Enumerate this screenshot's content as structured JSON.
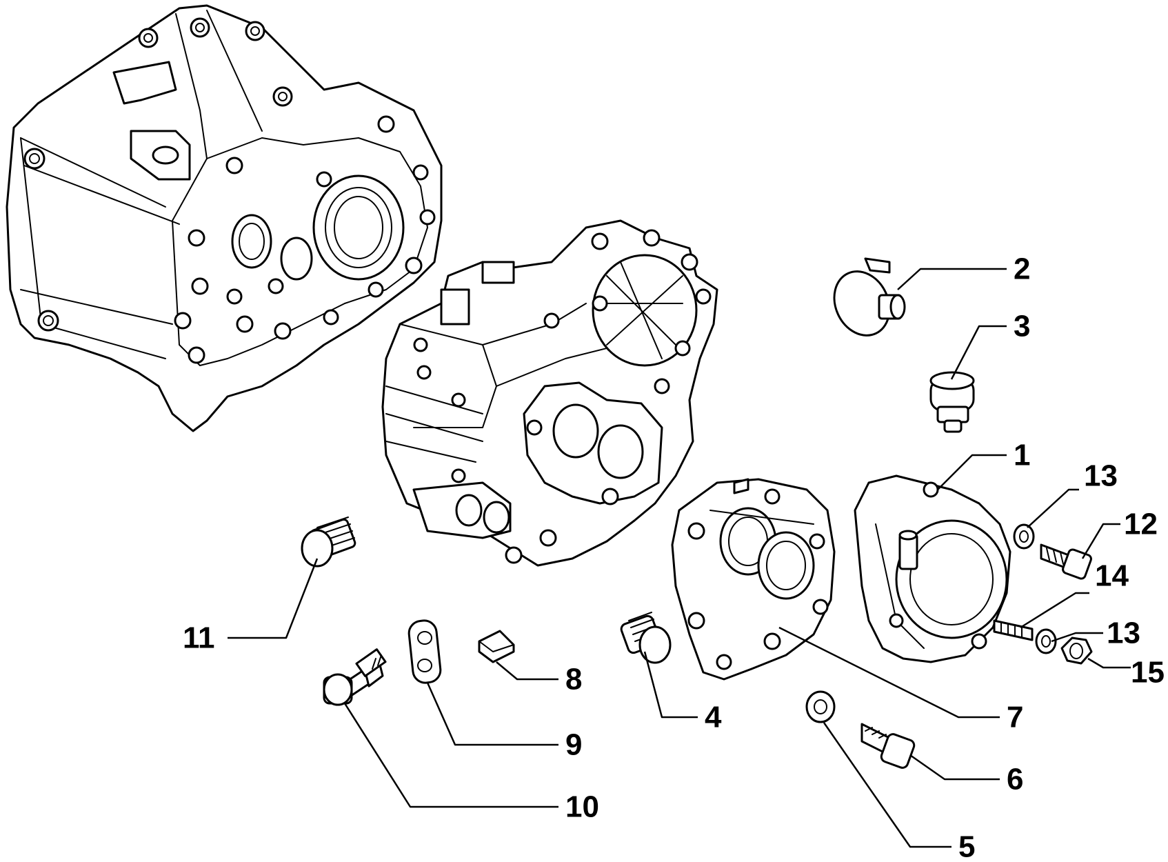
{
  "diagram": {
    "type": "exploded-parts-view",
    "background": "#ffffff",
    "line_color": "#000000",
    "callouts": [
      {
        "id": "callout-2",
        "label": "2"
      },
      {
        "id": "callout-3",
        "label": "3"
      },
      {
        "id": "callout-1",
        "label": "1"
      },
      {
        "id": "callout-13a",
        "label": "13"
      },
      {
        "id": "callout-12",
        "label": "12"
      },
      {
        "id": "callout-14",
        "label": "14"
      },
      {
        "id": "callout-13b",
        "label": "13"
      },
      {
        "id": "callout-15",
        "label": "15"
      },
      {
        "id": "callout-11",
        "label": "11"
      },
      {
        "id": "callout-8",
        "label": "8"
      },
      {
        "id": "callout-4",
        "label": "4"
      },
      {
        "id": "callout-7",
        "label": "7"
      },
      {
        "id": "callout-9",
        "label": "9"
      },
      {
        "id": "callout-6",
        "label": "6"
      },
      {
        "id": "callout-10",
        "label": "10"
      },
      {
        "id": "callout-5",
        "label": "5"
      }
    ]
  }
}
